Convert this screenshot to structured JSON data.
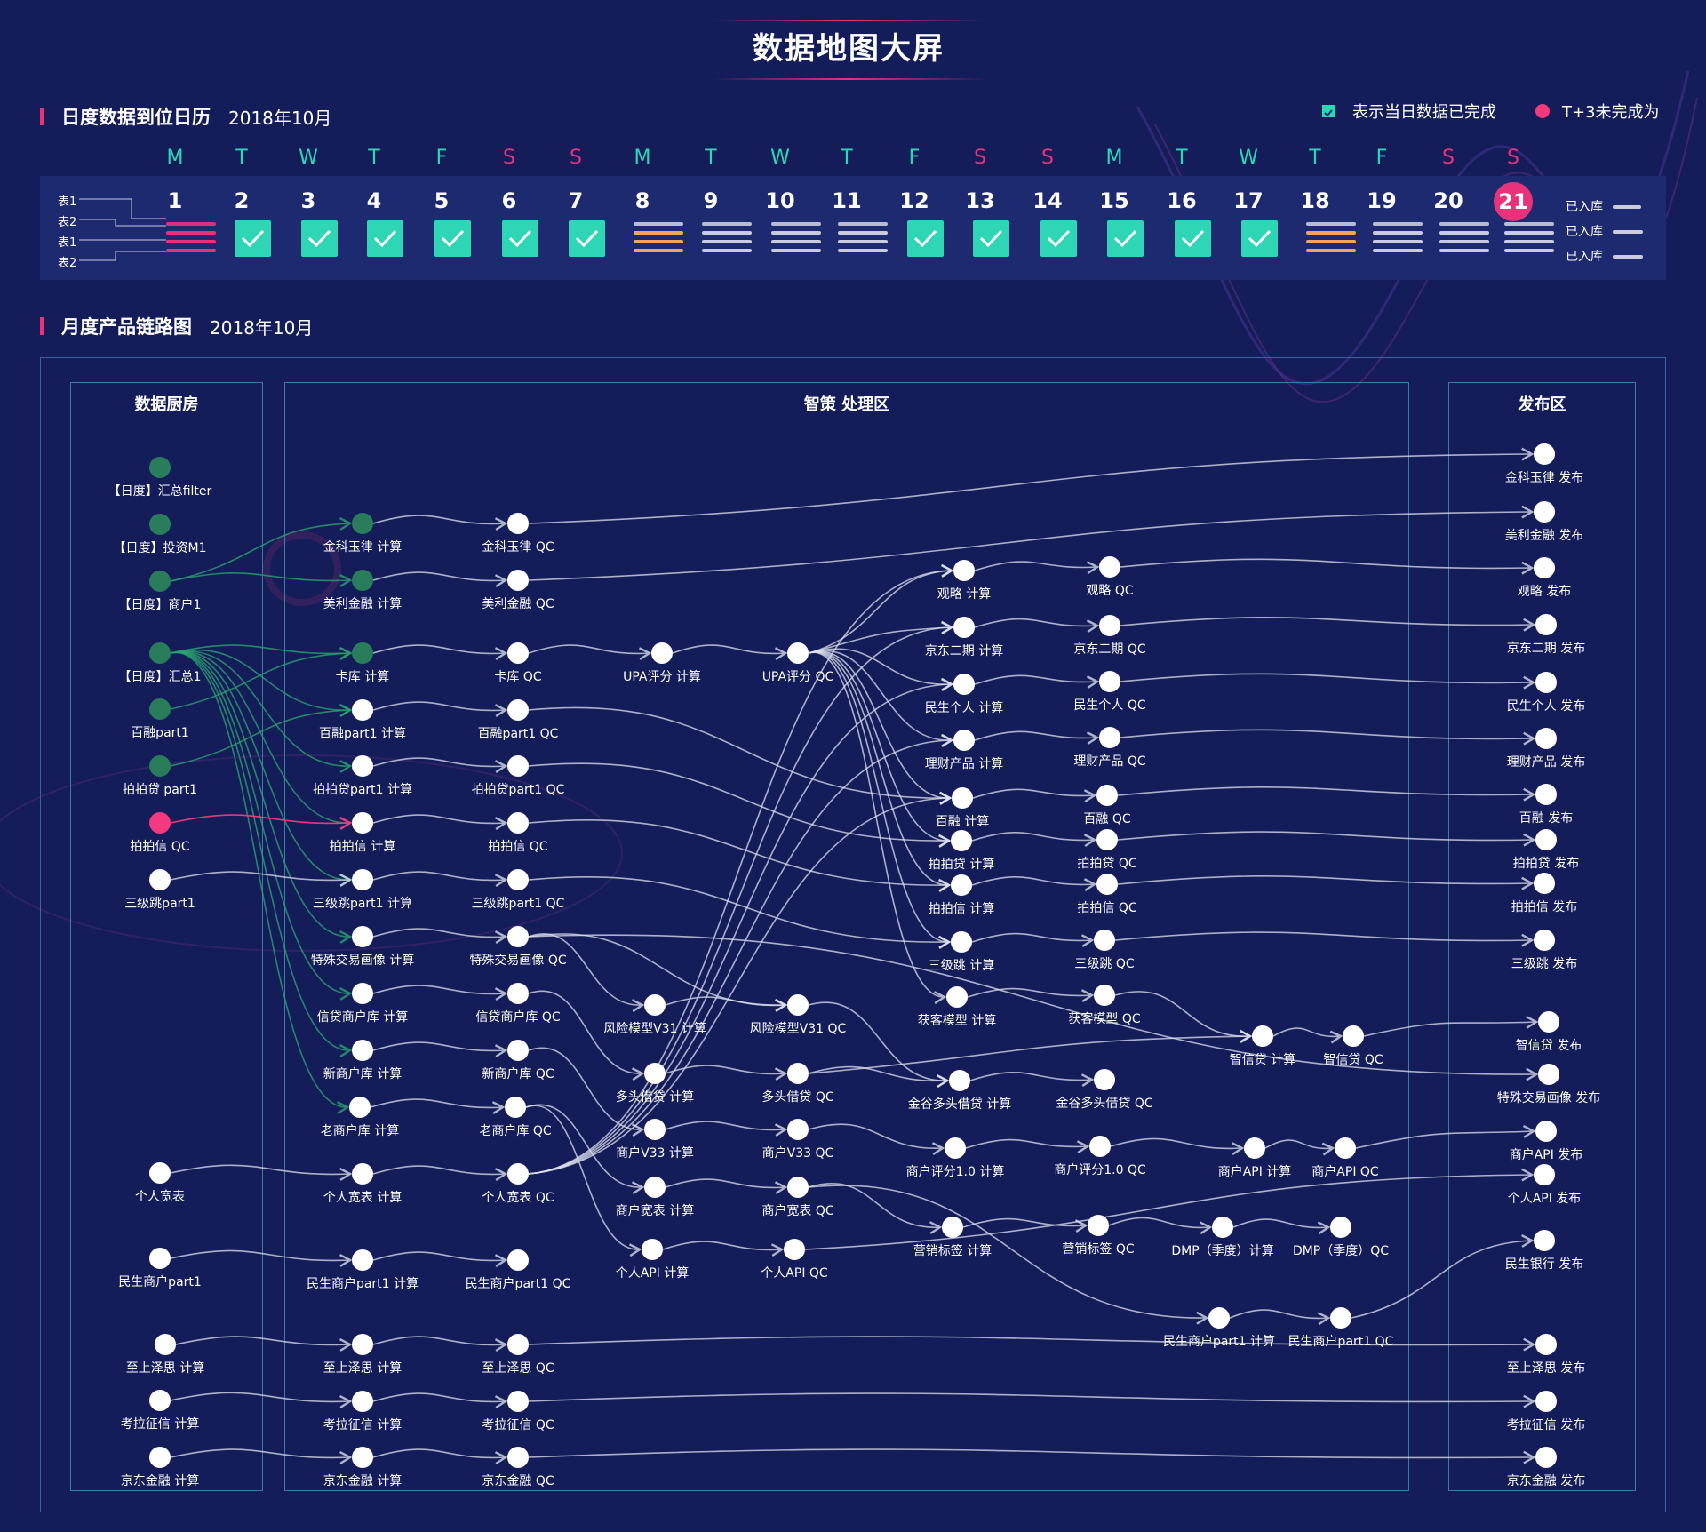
{
  "title": "数据地图大屏",
  "calendar": {
    "section_title": "日度数据到位日历",
    "month": "2018年10月",
    "legend_done": "表示当日数据已完成",
    "legend_late": "T+3未完成为",
    "weekdays": [
      "M",
      "T",
      "W",
      "T",
      "F",
      "S",
      "S",
      "M",
      "T",
      "W",
      "T",
      "F",
      "S",
      "S",
      "M",
      "T",
      "W",
      "T",
      "F",
      "S",
      "S"
    ],
    "days": [
      "1",
      "2",
      "3",
      "4",
      "5",
      "6",
      "7",
      "8",
      "9",
      "10",
      "11",
      "12",
      "13",
      "14",
      "15",
      "16",
      "17",
      "18",
      "19",
      "20",
      "21"
    ],
    "today": "21",
    "row_labels": [
      "表1",
      "表2",
      "表1",
      "表2"
    ],
    "legend_rows": [
      "已入库",
      "已入库",
      "已入库"
    ],
    "day_status": [
      "pink",
      "done",
      "done",
      "done",
      "done",
      "done",
      "done",
      "orange",
      "grey",
      "grey",
      "grey",
      "done",
      "done",
      "done",
      "done",
      "done",
      "done",
      "orange",
      "grey",
      "grey",
      "grey"
    ]
  },
  "flow": {
    "section_title": "月度产品链路图",
    "month": "2018年10月",
    "zones": {
      "kitchen": "数据厨房",
      "process": "智策 处理区",
      "publish": "发布区"
    },
    "nodes": {
      "k1": "【日度】汇总filter",
      "k2": "【日度】投资M1",
      "k3": "【日度】商户1",
      "k4": "【日度】汇总1",
      "k5": "百融part1",
      "k6": "拍拍贷 part1",
      "k7": "拍拍信 QC",
      "k8": "三级跳part1",
      "k9": "个人宽表",
      "k10": "民生商户part1",
      "k11": "至上泽思 计算",
      "k12": "考拉征信 计算",
      "k13": "京东金融 计算",
      "c1": "金科玉律 计算",
      "c2": "美利金融 计算",
      "c3": "卡库 计算",
      "c4": "百融part1 计算",
      "c5": "拍拍贷part1 计算",
      "c6": "拍拍信 计算",
      "c7": "三级跳part1 计算",
      "c8": "特殊交易画像 计算",
      "c9": "信贷商户库 计算",
      "c10": "新商户库 计算",
      "c11": "老商户库 计算",
      "c12": "个人宽表 计算",
      "c13": "民生商户part1 计算",
      "c14": "至上泽思 计算",
      "c15": "考拉征信 计算",
      "c16": "京东金融 计算",
      "q1": "金科玉律 QC",
      "q2": "美利金融 QC",
      "q3": "卡库 QC",
      "q4": "百融part1 QC",
      "q5": "拍拍贷part1 QC",
      "q6": "拍拍信 QC",
      "q7": "三级跳part1 QC",
      "q8": "特殊交易画像 QC",
      "q9": "信贷商户库 QC",
      "q10": "新商户库 QC",
      "q11": "老商户库 QC",
      "q12": "个人宽表 QC",
      "q13": "民生商户part1 QC",
      "q14": "至上泽思 QC",
      "q15": "考拉征信 QC",
      "q16": "京东金融 QC",
      "u1": "UPA评分 计算",
      "u2": "UPA评分 QC",
      "r1": "风险模型V31 计算",
      "r2": "风险模型V31 QC",
      "d1": "多头借贷 计算",
      "d2": "多头借贷 QC",
      "v1": "商户V33 计算",
      "v2": "商户V33 QC",
      "w1": "商户宽表 计算",
      "w2": "商户宽表 QC",
      "a1": "个人API 计算",
      "a2": "个人API QC",
      "m1": "观略 计算",
      "m2": "京东二期 计算",
      "m3": "民生个人 计算",
      "m4": "理财产品 计算",
      "m5": "百融 计算",
      "m6": "拍拍贷 计算",
      "m7": "拍拍信 计算",
      "m8": "三级跳 计算",
      "m9": "获客模型 计算",
      "m10": "金谷多头借贷 计算",
      "m11": "商户评分1.0 计算",
      "m12": "营销标签 计算",
      "n1": "观略 QC",
      "n2": "京东二期 QC",
      "n3": "民生个人 QC",
      "n4": "理财产品 QC",
      "n5": "百融 QC",
      "n6": "拍拍贷 QC",
      "n7": "拍拍信 QC",
      "n8": "三级跳 QC",
      "n9": "获客模型 QC",
      "n10": "金谷多头借贷 QC",
      "n11": "商户评分1.0 QC",
      "n12": "营销标签 QC",
      "zc": "智信贷 计算",
      "zq": "智信贷 QC",
      "ac": "商户API 计算",
      "aq": "商户API QC",
      "dc": "DMP（季度）计算",
      "dq": "DMP（季度）QC",
      "mc": "民生商户part1 计算",
      "mq": "民生商户part1 QC",
      "p1": "金科玉律 发布",
      "p2": "美利金融 发布",
      "p3": "观略 发布",
      "p4": "京东二期 发布",
      "p5": "民生个人 发布",
      "p6": "理财产品 发布",
      "p7": "百融 发布",
      "p8": "拍拍贷 发布",
      "p9": "拍拍信 发布",
      "p10": "三级跳 发布",
      "p11": "智信贷  发布",
      "p12": "特殊交易画像 发布",
      "p13": "商户API 发布",
      "p14": "个人API 发布",
      "p15": "民生银行 发布",
      "p16": "至上泽思 发布",
      "p17": "考拉征信 发布",
      "p18": "京东金融 发布"
    },
    "node_status": {
      "k1": "green",
      "k2": "green",
      "k3": "green",
      "k4": "green",
      "k5": "green",
      "k6": "green",
      "k7": "red",
      "c1": "green",
      "c2": "green",
      "c3": "green"
    },
    "edges": [
      [
        "k3",
        "c1"
      ],
      [
        "k3",
        "c2"
      ],
      [
        "k4",
        "c3"
      ],
      [
        "k4",
        "c4"
      ],
      [
        "k4",
        "c5"
      ],
      [
        "k4",
        "c6"
      ],
      [
        "k4",
        "c7"
      ],
      [
        "k4",
        "c8"
      ],
      [
        "k4",
        "c9"
      ],
      [
        "k4",
        "c10"
      ],
      [
        "k4",
        "c11"
      ],
      [
        "k5",
        "c3"
      ],
      [
        "k6",
        "c4"
      ],
      [
        "k7",
        "c6"
      ],
      [
        "k8",
        "c7"
      ],
      [
        "k9",
        "c12"
      ],
      [
        "k10",
        "c13"
      ],
      [
        "k11",
        "c14"
      ],
      [
        "k12",
        "c15"
      ],
      [
        "k13",
        "c16"
      ],
      [
        "c1",
        "q1"
      ],
      [
        "c2",
        "q2"
      ],
      [
        "c3",
        "q3"
      ],
      [
        "c4",
        "q4"
      ],
      [
        "c5",
        "q5"
      ],
      [
        "c6",
        "q6"
      ],
      [
        "c7",
        "q7"
      ],
      [
        "c8",
        "q8"
      ],
      [
        "c9",
        "q9"
      ],
      [
        "c10",
        "q10"
      ],
      [
        "c11",
        "q11"
      ],
      [
        "c12",
        "q12"
      ],
      [
        "c13",
        "q13"
      ],
      [
        "c14",
        "q14"
      ],
      [
        "c15",
        "q15"
      ],
      [
        "c16",
        "q16"
      ],
      [
        "q1",
        "p1"
      ],
      [
        "q2",
        "p2"
      ],
      [
        "q14",
        "p16"
      ],
      [
        "q15",
        "p17"
      ],
      [
        "q16",
        "p18"
      ],
      [
        "q3",
        "u1"
      ],
      [
        "u1",
        "u2"
      ],
      [
        "u2",
        "m1"
      ],
      [
        "u2",
        "m2"
      ],
      [
        "u2",
        "m3"
      ],
      [
        "u2",
        "m4"
      ],
      [
        "u2",
        "m5"
      ],
      [
        "u2",
        "m6"
      ],
      [
        "u2",
        "m7"
      ],
      [
        "u2",
        "m8"
      ],
      [
        "u2",
        "m9"
      ],
      [
        "q12",
        "m1"
      ],
      [
        "q12",
        "m2"
      ],
      [
        "q12",
        "m3"
      ],
      [
        "q12",
        "m4"
      ],
      [
        "q12",
        "m5"
      ],
      [
        "q4",
        "m5"
      ],
      [
        "q5",
        "m6"
      ],
      [
        "q6",
        "m7"
      ],
      [
        "q7",
        "m8"
      ],
      [
        "q8",
        "r1"
      ],
      [
        "q8",
        "r2"
      ],
      [
        "q9",
        "d1"
      ],
      [
        "q10",
        "v1"
      ],
      [
        "q11",
        "w1"
      ],
      [
        "q11",
        "a1"
      ],
      [
        "r1",
        "r2"
      ],
      [
        "d1",
        "d2"
      ],
      [
        "v1",
        "v2"
      ],
      [
        "w1",
        "w2"
      ],
      [
        "a1",
        "a2"
      ],
      [
        "r2",
        "m10"
      ],
      [
        "d2",
        "m10"
      ],
      [
        "d2",
        "zc"
      ],
      [
        "v2",
        "m11"
      ],
      [
        "w2",
        "m12"
      ],
      [
        "w2",
        "mc"
      ],
      [
        "q8",
        "p12"
      ],
      [
        "m1",
        "n1"
      ],
      [
        "m2",
        "n2"
      ],
      [
        "m3",
        "n3"
      ],
      [
        "m4",
        "n4"
      ],
      [
        "m5",
        "n5"
      ],
      [
        "m6",
        "n6"
      ],
      [
        "m7",
        "n7"
      ],
      [
        "m8",
        "n8"
      ],
      [
        "m9",
        "n9"
      ],
      [
        "m10",
        "n10"
      ],
      [
        "m11",
        "n11"
      ],
      [
        "m12",
        "n12"
      ],
      [
        "n1",
        "p3"
      ],
      [
        "n2",
        "p4"
      ],
      [
        "n3",
        "p5"
      ],
      [
        "n4",
        "p6"
      ],
      [
        "n5",
        "p7"
      ],
      [
        "n6",
        "p8"
      ],
      [
        "n7",
        "p9"
      ],
      [
        "n8",
        "p10"
      ],
      [
        "n9",
        "zc"
      ],
      [
        "zc",
        "zq"
      ],
      [
        "zq",
        "p11"
      ],
      [
        "n11",
        "ac"
      ],
      [
        "ac",
        "aq"
      ],
      [
        "aq",
        "p13"
      ],
      [
        "a2",
        "p14"
      ],
      [
        "n12",
        "dc"
      ],
      [
        "dc",
        "dq"
      ],
      [
        "mc",
        "mq"
      ],
      [
        "mq",
        "p15"
      ]
    ]
  },
  "colors": {
    "accent": "#e8337a",
    "teal": "#2fd6b6",
    "green": "#2a7d5a",
    "red": "#f33a7e",
    "orange": "#f2a65a",
    "bg": "#141d5a"
  }
}
